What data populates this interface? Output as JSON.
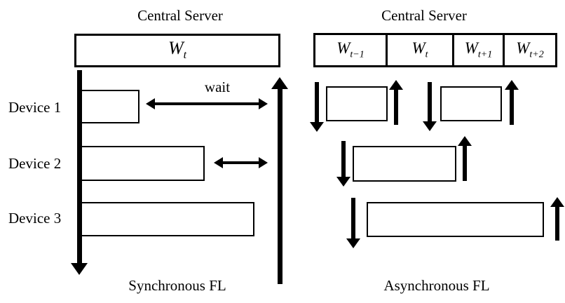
{
  "diagram": {
    "left": {
      "title": "Central Server",
      "server_weight": {
        "symbol": "W",
        "subscript": "t"
      },
      "wait_label": "wait",
      "devices": [
        {
          "label": "Device 1"
        },
        {
          "label": "Device 2"
        },
        {
          "label": "Device 3"
        }
      ],
      "caption": "Synchronous FL"
    },
    "right": {
      "title": "Central Server",
      "server_weights": [
        {
          "symbol": "W",
          "subscript": "t−1"
        },
        {
          "symbol": "W",
          "subscript": "t"
        },
        {
          "symbol": "W",
          "subscript": "t+1"
        },
        {
          "symbol": "W",
          "subscript": "t+2"
        }
      ],
      "caption": "Asynchronous FL"
    },
    "icons": {
      "timeline_down_arrow": "↓",
      "upload_arrow": "↑",
      "download_arrow": "↓",
      "wait_double_arrow": "↔"
    },
    "colors": {
      "ink": "#000000",
      "background": "#ffffff"
    }
  }
}
